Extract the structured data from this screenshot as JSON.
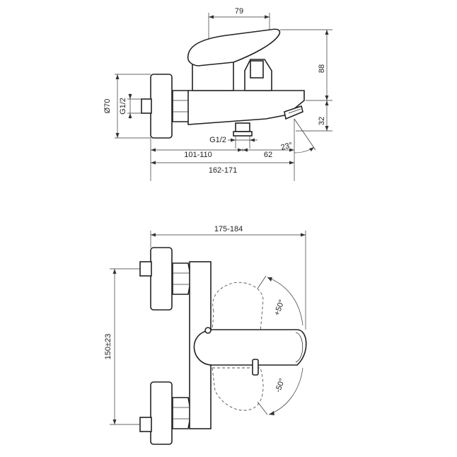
{
  "side_view": {
    "dim_lever_width": "79",
    "dim_height_top": "88",
    "dim_height_spout": "32",
    "dim_diameter": "Ø70",
    "dim_inlet_thread": "G1/2",
    "dim_outlet_thread": "G1/2",
    "dim_spout_angle": "23°",
    "dim_body_depth": "101-110",
    "dim_outlet_offset": "62",
    "dim_total_depth": "162-171"
  },
  "top_view": {
    "dim_total_width": "175-184",
    "dim_inlet_spacing": "150±23",
    "dim_rotation_plus": "+50°",
    "dim_rotation_minus": "-50°"
  }
}
